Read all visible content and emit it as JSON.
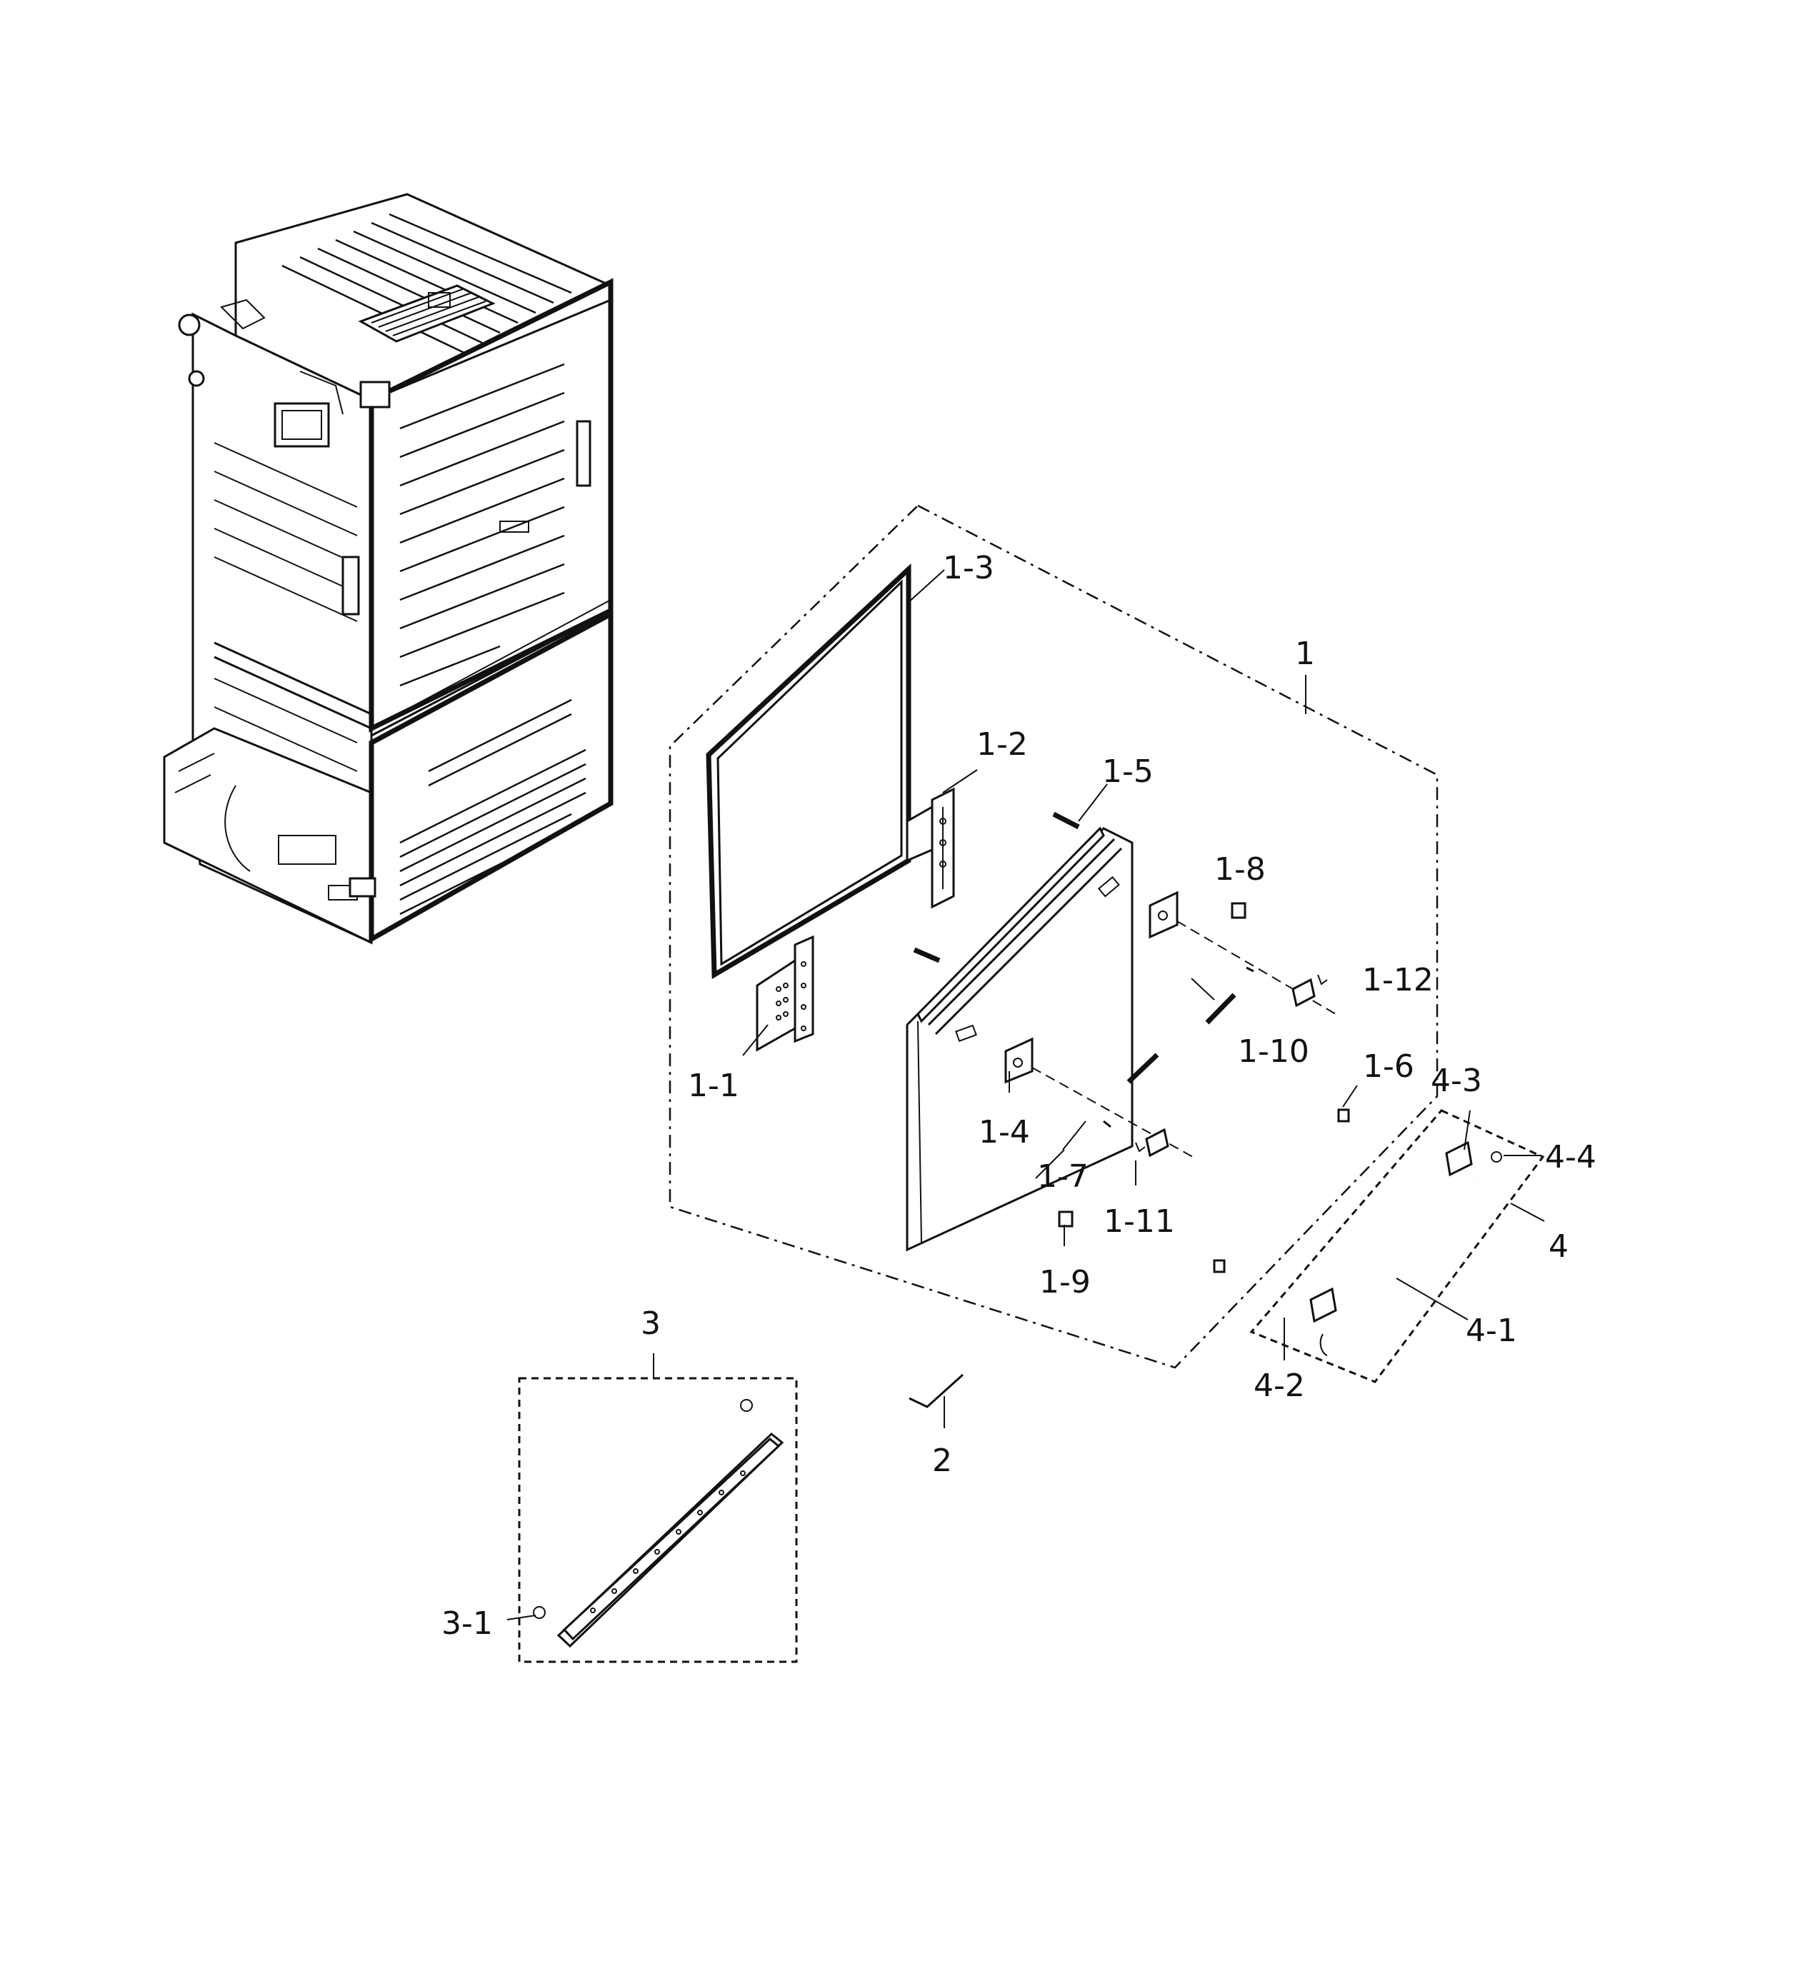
{
  "callouts": {
    "c1": "1",
    "c1_1": "1-1",
    "c1_2": "1-2",
    "c1_3": "1-3",
    "c1_4": "1-4",
    "c1_5": "1-5",
    "c1_6": "1-6",
    "c1_7": "1-7",
    "c1_8": "1-8",
    "c1_9": "1-9",
    "c1_10": "1-10",
    "c1_11": "1-11",
    "c1_12": "1-12",
    "c2": "2",
    "c3": "3",
    "c3_1": "3-1",
    "c4": "4",
    "c4_1": "4-1",
    "c4_2": "4-2",
    "c4_3": "4-3",
    "c4_4": "4-4"
  }
}
